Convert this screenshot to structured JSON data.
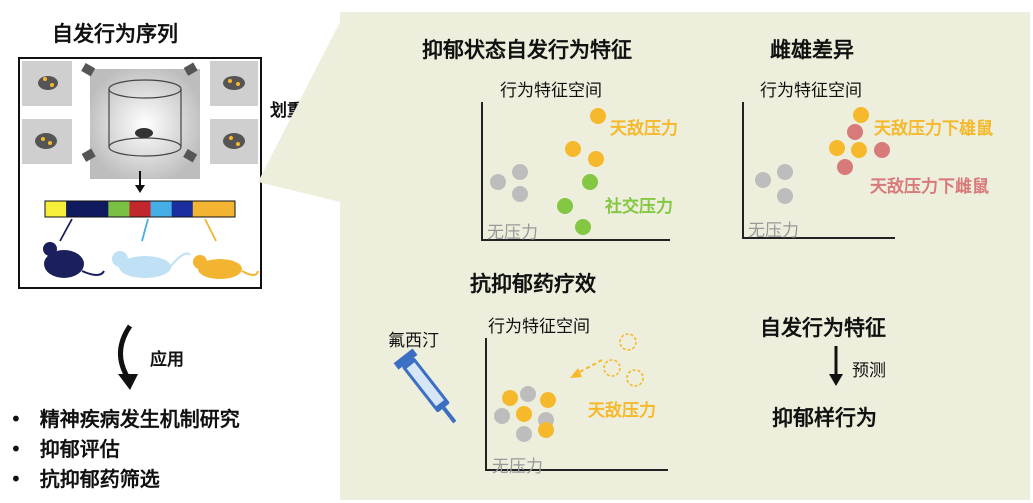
{
  "left": {
    "title": "自发行为序列",
    "application_label": "应用",
    "applications": [
      "精神疾病发生机制研究",
      "抑郁评估",
      "抗抑郁药筛选"
    ],
    "barcode_colors": [
      "#f7ee3a",
      "#0f1a5e",
      "#0f1a5e",
      "#7ac143",
      "#c1272d",
      "#45aee6",
      "#1a2ea0",
      "#f2b431",
      "#f2b431"
    ]
  },
  "callout_label": "划重点",
  "panel": {
    "depression": {
      "title": "抑郁状态自发行为特征",
      "space_label": "行为特征空间",
      "labels": {
        "enemy": "天敌压力",
        "social": "社交压力",
        "none": "无压力"
      }
    },
    "sex": {
      "title": "雌雄差异",
      "space_label": "行为特征空间",
      "labels": {
        "male": "天敌压力下雄鼠",
        "female": "天敌压力下雌鼠",
        "none": "无压力"
      }
    },
    "drug": {
      "title": "抗抑郁药疗效",
      "space_label": "行为特征空间",
      "drug_name": "氟西汀",
      "labels": {
        "enemy": "天敌压力",
        "none": "无压力"
      }
    },
    "predict": {
      "top": "自发行为特征",
      "arrow_label": "预测",
      "bottom": "抑郁样行为"
    }
  },
  "colors": {
    "yellow": "#f5b92b",
    "green": "#84c743",
    "gray": "#bdbdbd",
    "pink": "#d97a7a",
    "navy": "#1b1f5c",
    "lightblue": "#bfe0f5",
    "panel_bg": "#eeeedd"
  }
}
